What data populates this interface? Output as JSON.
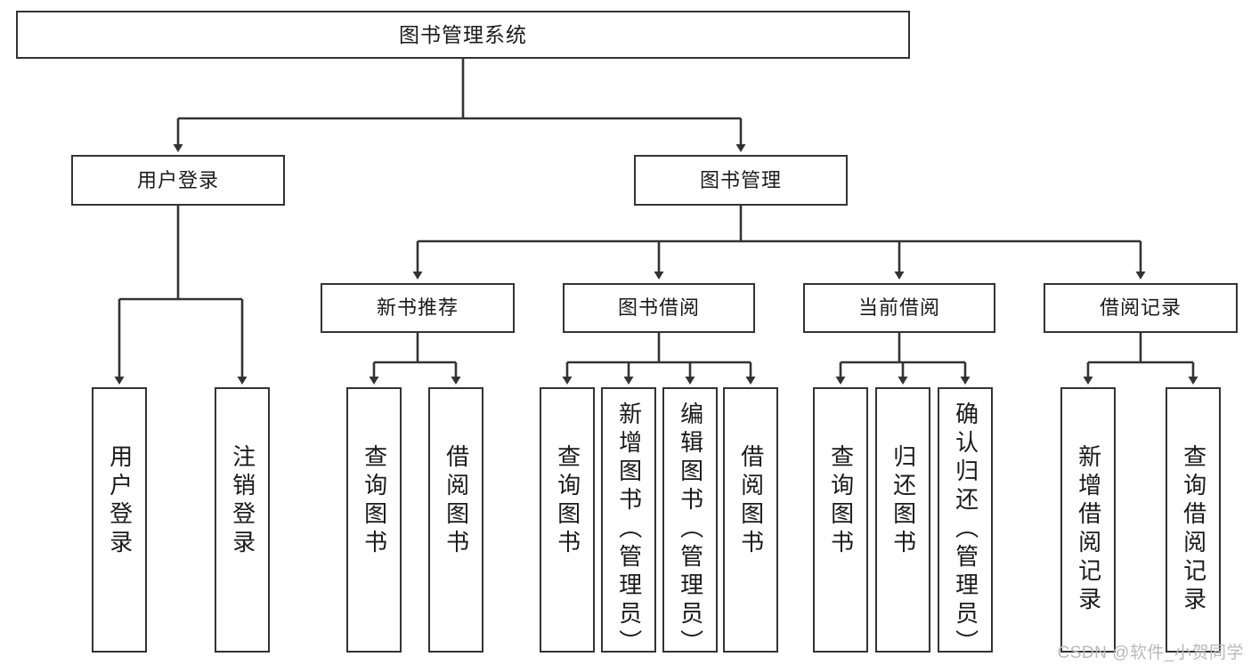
{
  "diagram": {
    "title": "图书管理系统",
    "type": "tree",
    "root": {
      "label": "图书管理系统"
    },
    "level2": [
      {
        "label": "用户登录"
      },
      {
        "label": "图书管理"
      }
    ],
    "level3": [
      {
        "label": "新书推荐"
      },
      {
        "label": "图书借阅"
      },
      {
        "label": "当前借阅"
      },
      {
        "label": "借阅记录"
      }
    ],
    "leaves": {
      "user_login": [
        {
          "label": "用户登录"
        },
        {
          "label": "注销登录"
        }
      ],
      "new_book_recommend": [
        {
          "label": "查询图书"
        },
        {
          "label": "借阅图书"
        }
      ],
      "book_borrow": [
        {
          "label": "查询图书"
        },
        {
          "label": "新增图书（管理员）"
        },
        {
          "label": "编辑图书（管理员）"
        },
        {
          "label": "借阅图书"
        }
      ],
      "current_borrow": [
        {
          "label": "查询图书"
        },
        {
          "label": "归还图书"
        },
        {
          "label": "确认归还（管理员）"
        }
      ],
      "borrow_record": [
        {
          "label": "新增借阅记录"
        },
        {
          "label": "查询借阅记录"
        }
      ]
    }
  },
  "watermark": {
    "text": "CSDN @软件_小贺同学"
  },
  "colors": {
    "border": "#333333",
    "background": "#ffffff",
    "text": "#1a1a1a",
    "watermark": "#b9b9b9"
  }
}
